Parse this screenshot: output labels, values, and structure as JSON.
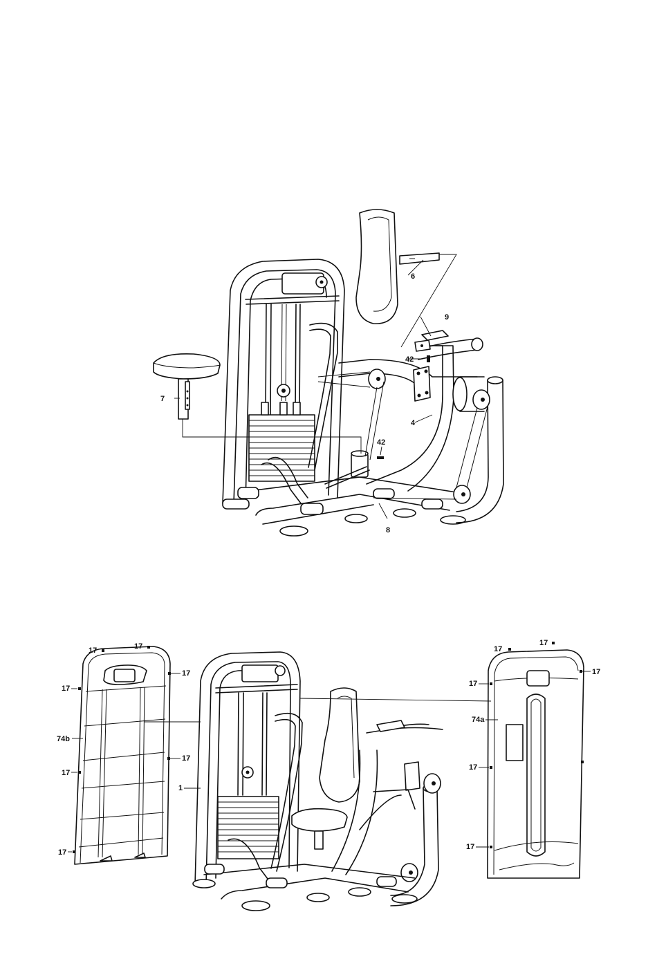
{
  "diagram": {
    "top_view": {
      "callouts": {
        "c6": "6",
        "c9": "9",
        "c42a": "42",
        "c42b": "42",
        "c4": "4",
        "c7": "7",
        "c8": "8"
      }
    },
    "bottom_view": {
      "callouts": {
        "c1": "1",
        "c74a": "74a",
        "c74b": "74b",
        "c17": "17"
      }
    }
  }
}
